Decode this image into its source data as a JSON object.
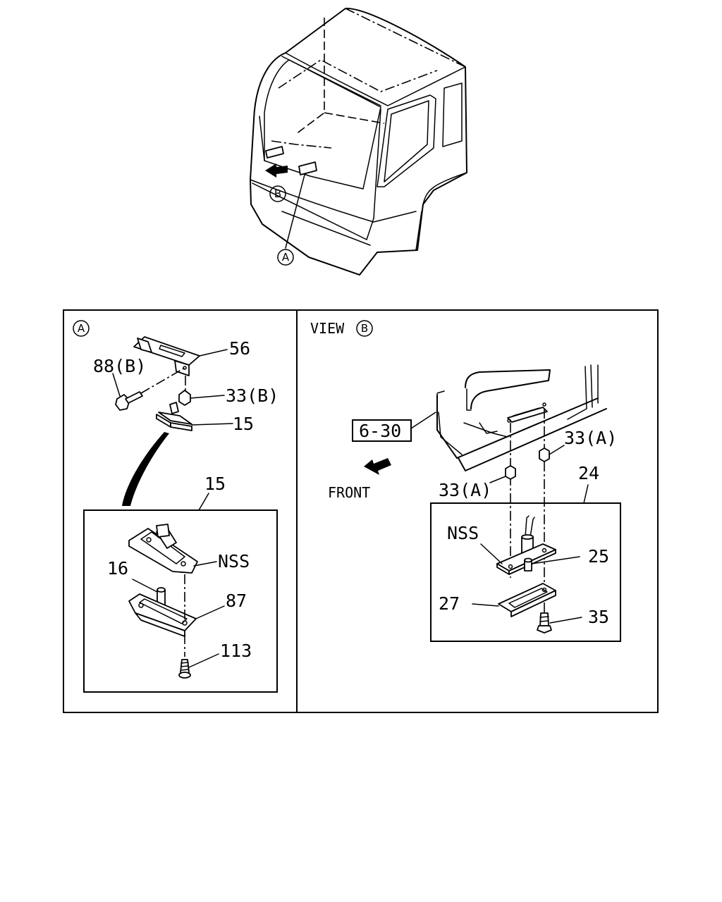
{
  "callouts": {
    "a_top": "A",
    "b_top": "B",
    "a_panel": "A",
    "b_view": "B"
  },
  "panel_a": {
    "p56": "56",
    "p88": "88(B)",
    "p33b": "33(B)",
    "p15": "15",
    "detail_15": "15",
    "nss": "NSS",
    "p16": "16",
    "p87": "87",
    "p113": "113"
  },
  "panel_b": {
    "view": "VIEW",
    "ref": "6-30",
    "front": "FRONT",
    "p33a_right": "33(A)",
    "p33a_left": "33(A)",
    "p24": "24",
    "nss": "NSS",
    "p25": "25",
    "p27": "27",
    "p35": "35"
  }
}
